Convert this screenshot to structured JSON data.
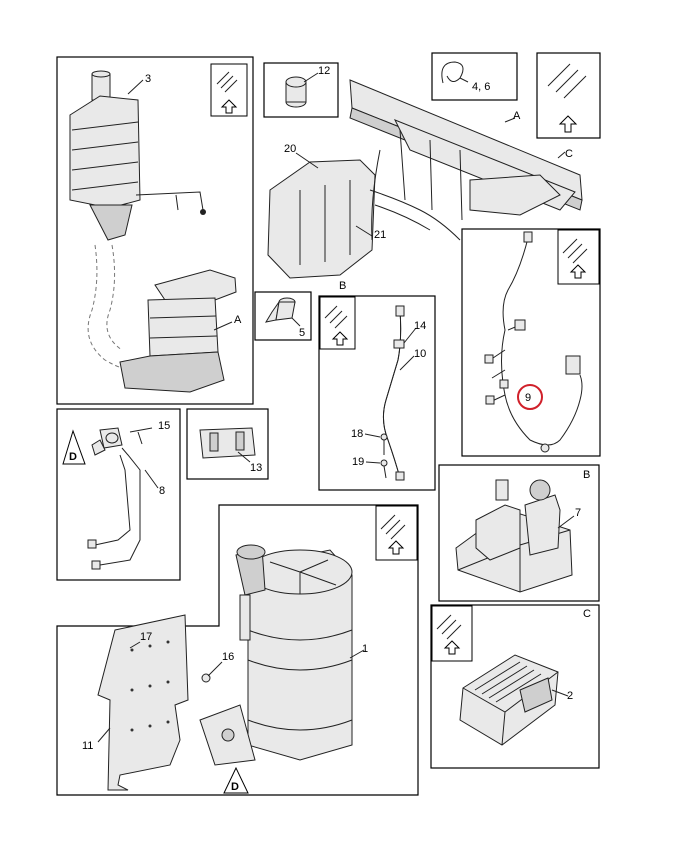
{
  "callouts": {
    "c1": "1",
    "c2": "2",
    "c3": "3",
    "c4_6": "4, 6",
    "c5": "5",
    "c7": "7",
    "c8": "8",
    "c9": "9",
    "c10": "10",
    "c11": "11",
    "c12": "12",
    "c13": "13",
    "c14": "14",
    "c15": "15",
    "c16": "16",
    "c17": "17",
    "c18": "18",
    "c19": "19",
    "c20": "20",
    "c21": "21"
  },
  "view_letters": {
    "a_top": "A",
    "a_dpf": "A",
    "b_main": "B",
    "b_panel": "B",
    "c_main": "C",
    "c_panel": "C",
    "d_sensor": "D",
    "d_bottom": "D"
  },
  "highlight": {
    "callout": "9",
    "color": "#d0202a"
  }
}
